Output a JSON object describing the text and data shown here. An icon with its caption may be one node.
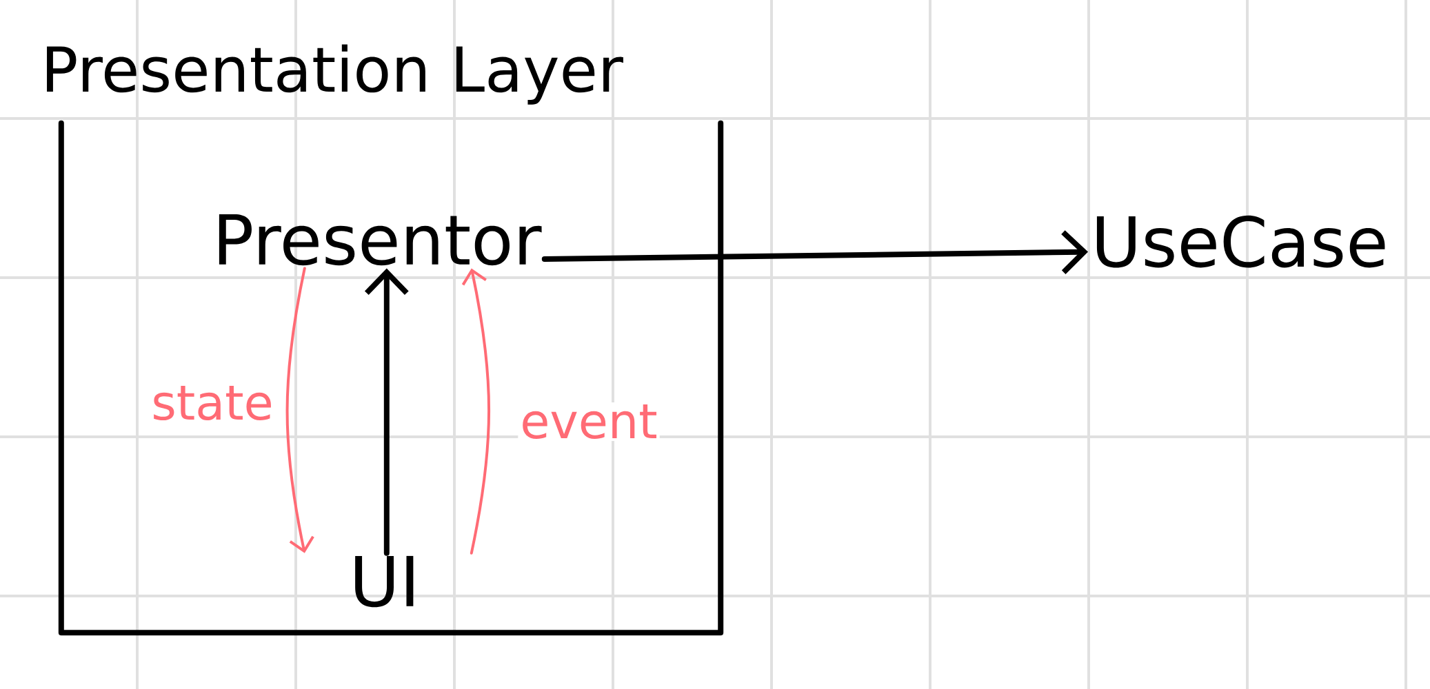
{
  "diagram": {
    "nodes": [
      {
        "text": [
          "Presentation Layer"
        ]
      },
      {
        "text": [
          "Presentor"
        ],
        "in": 0
      },
      {
        "text": [
          "UI"
        ],
        "in": 0
      },
      {
        "text": [
          "UseCase"
        ]
      }
    ],
    "edges": [
      {
        "from": 1,
        "to": 3,
        "arrow": "to",
        "style": "thick"
      },
      {
        "from": 2,
        "to": 1,
        "arrow": "to",
        "style": "thick"
      },
      {
        "from": 1,
        "to": 2,
        "arrow": "to",
        "label": "state",
        "color": "#ff6b75"
      },
      {
        "from": 2,
        "to": 1,
        "arrow": "to",
        "label": "event",
        "color": "#ff6b75"
      }
    ]
  }
}
